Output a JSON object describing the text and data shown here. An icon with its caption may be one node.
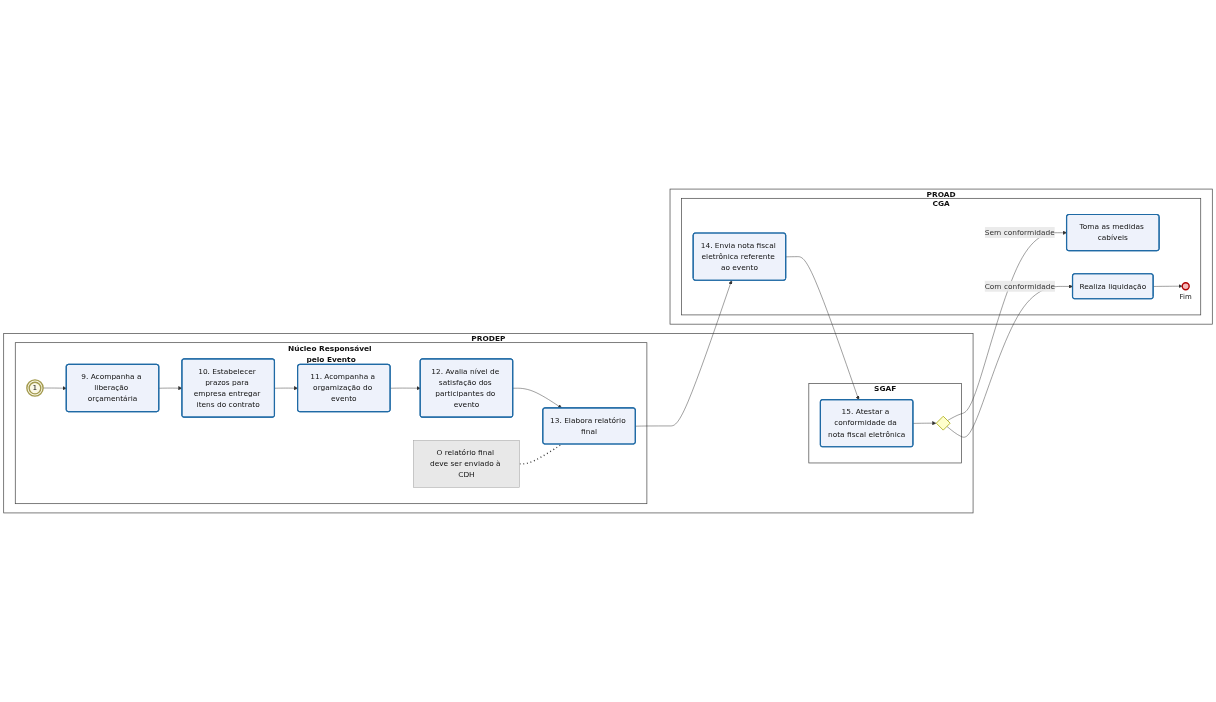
{
  "diagram": {
    "nodes": [
      {
        "text": [
          "PRODEP"
        ]
      },
      {
        "text": [
          "Núcleo Responsável pelo Evento"
        ],
        "in": 0
      },
      {
        "text": [
          "1"
        ],
        "in": 1
      },
      {
        "text": [
          "9. Acompanha a liberação orçamentária"
        ],
        "in": 1
      },
      {
        "text": [
          "10. Estabelecer prazos para empresa entregar itens do contrato"
        ],
        "in": 1
      },
      {
        "text": [
          "11. Acompanha a orgamização do evento"
        ],
        "in": 1
      },
      {
        "text": [
          "12. Avalia nível de satisfação dos participantes do evento"
        ],
        "in": 1
      },
      {
        "text": [
          "13. Elabora relatório final"
        ],
        "in": 1
      },
      {
        "text": [
          "O relatório final deve ser enviado à CDH"
        ],
        "in": 1
      },
      {
        "text": [
          "SGAF"
        ],
        "in": 0
      },
      {
        "text": [
          "15. Atestar a conformidade da nota fiscal eletrônica"
        ],
        "in": 9
      },
      {
        "text": [],
        "shape": "diamond",
        "in": 9
      },
      {
        "text": [
          "PROAD"
        ]
      },
      {
        "text": [
          "CGA"
        ],
        "in": 12
      },
      {
        "text": [
          "Toma as medidas cabíveis"
        ],
        "in": 13
      },
      {
        "text": [
          "Realiza liquidação"
        ],
        "in": 13
      },
      {
        "text": [],
        "shape": "circle",
        "beside": [
          "Fim"
        ],
        "in": 13
      },
      {
        "text": [
          "14. Envia nota fiscal eletrônica referente ao evento"
        ],
        "in": 13
      }
    ],
    "edges": [
      {
        "from": 2,
        "to": 3,
        "arrow": "to"
      },
      {
        "from": 3,
        "to": 4,
        "arrow": "to"
      },
      {
        "from": 4,
        "to": 5,
        "arrow": "to"
      },
      {
        "from": 5,
        "to": 6,
        "arrow": "to"
      },
      {
        "from": 6,
        "to": 7,
        "arrow": "to"
      },
      {
        "from": 8,
        "to": 7,
        "arrow": "none",
        "style": "dashed"
      },
      {
        "from": 7,
        "to": 17,
        "arrow": "to"
      },
      {
        "from": 17,
        "to": 10,
        "arrow": "to"
      },
      {
        "from": 10,
        "to": 11,
        "arrow": "to"
      },
      {
        "from": 11,
        "to": 14,
        "arrow": "to",
        "label": "Sem conformidade"
      },
      {
        "from": 11,
        "to": 15,
        "arrow": "to",
        "label": "Com conformidade"
      },
      {
        "from": 15,
        "to": 16,
        "arrow": "to"
      }
    ]
  }
}
